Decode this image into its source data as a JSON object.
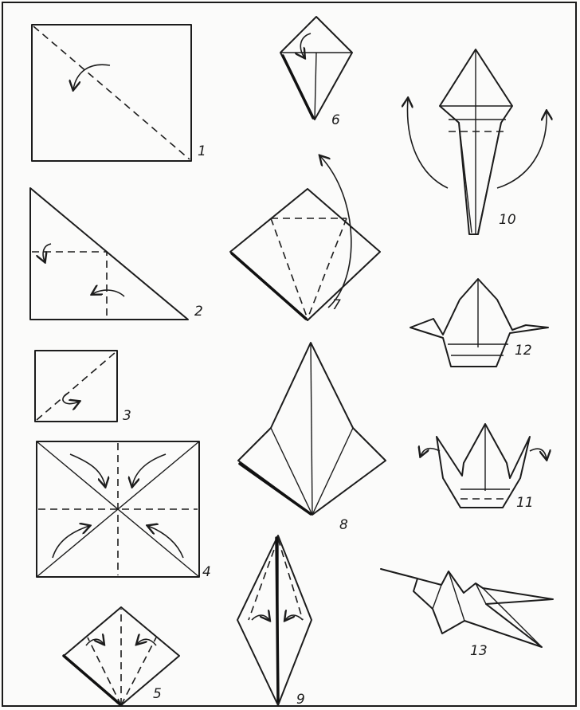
{
  "steps": [
    {
      "label": "1"
    },
    {
      "label": "2"
    },
    {
      "label": "3"
    },
    {
      "label": "4"
    },
    {
      "label": "5"
    },
    {
      "label": "6"
    },
    {
      "label": "7"
    },
    {
      "label": "8"
    },
    {
      "label": "9"
    },
    {
      "label": "10"
    },
    {
      "label": "11"
    },
    {
      "label": "12"
    },
    {
      "label": "13"
    }
  ],
  "colors": {
    "line": "#1c1c1c",
    "paper": "#fbfbfa"
  }
}
